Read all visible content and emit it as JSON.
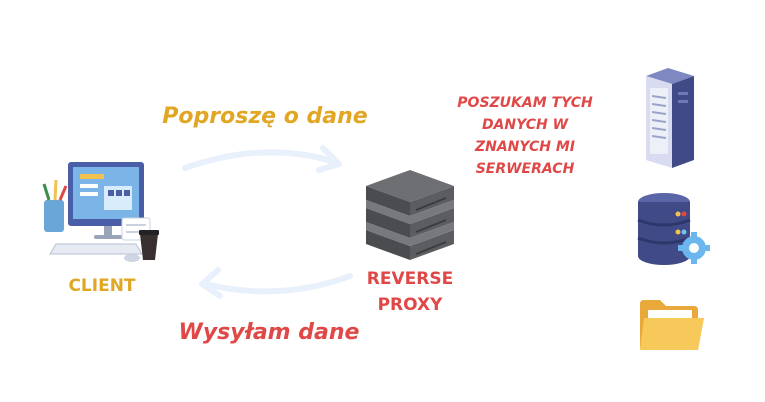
{
  "client": {
    "label": "CLIENT"
  },
  "proxy": {
    "label": "REVERSE\nPROXY"
  },
  "request": {
    "text": "Poproszę o dane"
  },
  "response": {
    "text": "Wysyłam dane"
  },
  "proxy_note": {
    "text": "POSZUKAM TYCH\nDANYCH W\nZNANYCH MI\nSERWERACH"
  },
  "colors": {
    "yellow": "#e0a624",
    "red": "#e04848",
    "arrow": "#e8f0fb",
    "server": "#3f4a86"
  },
  "icons": [
    "computer-desk-icon",
    "server-stack-icon",
    "server-rack-icon",
    "database-gear-icon",
    "folder-icon"
  ]
}
